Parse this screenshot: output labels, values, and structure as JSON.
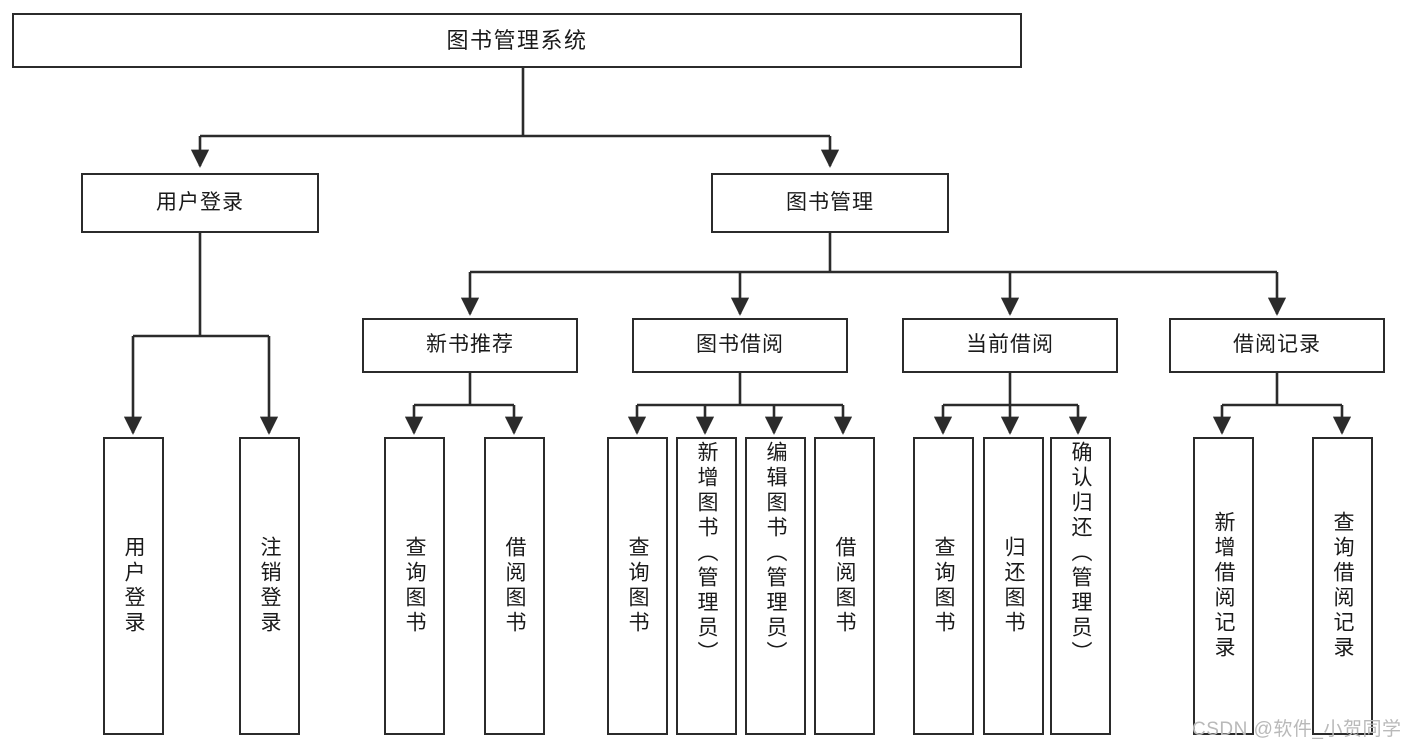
{
  "diagram": {
    "type": "hierarchy-tree",
    "title": "图书管理系统",
    "root": {
      "label": "图书管理系统"
    },
    "level1": [
      {
        "label": "用户登录"
      },
      {
        "label": "图书管理"
      }
    ],
    "level2": [
      {
        "label": "新书推荐"
      },
      {
        "label": "图书借阅"
      },
      {
        "label": "当前借阅"
      },
      {
        "label": "借阅记录"
      }
    ],
    "leaves": {
      "user_login": [
        {
          "label": "用户登录"
        },
        {
          "label": "注销登录"
        }
      ],
      "new_book_recommend": [
        {
          "label": "查询图书"
        },
        {
          "label": "借阅图书"
        }
      ],
      "book_borrow": [
        {
          "label": "查询图书"
        },
        {
          "label": "新增图书（管理员）"
        },
        {
          "label": "编辑图书（管理员）"
        },
        {
          "label": "借阅图书"
        }
      ],
      "current_borrow": [
        {
          "label": "查询图书"
        },
        {
          "label": "归还图书"
        },
        {
          "label": "确认归还（管理员）"
        }
      ],
      "borrow_record": [
        {
          "label": "新增借阅记录"
        },
        {
          "label": "查询借阅记录"
        }
      ]
    }
  },
  "watermark": {
    "text": "CSDN @软件_小贺同学"
  },
  "colors": {
    "stroke": "#2b2b2b",
    "text": "#1a1a1a",
    "background": "#ffffff",
    "watermark": "#b9b9b9"
  }
}
